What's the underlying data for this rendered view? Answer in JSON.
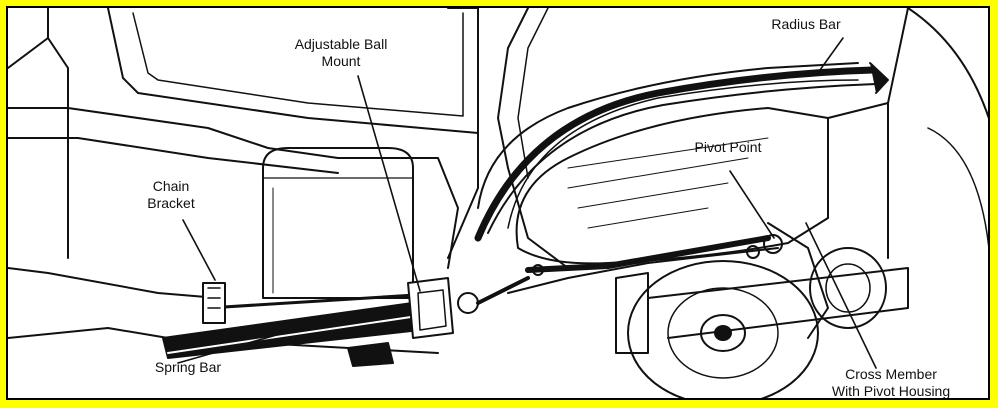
{
  "labels": {
    "radius_bar": "Radius Bar",
    "adjustable_ball_mount": "Adjustable Ball\nMount",
    "chain_bracket": "Chain\nBracket",
    "pivot_point": "Pivot Point",
    "spring_bar": "Spring Bar",
    "cross_member": "Cross Member\nWith Pivot Housing"
  },
  "colors": {
    "border_accent": "#FFFF00",
    "ink": "#111111"
  }
}
